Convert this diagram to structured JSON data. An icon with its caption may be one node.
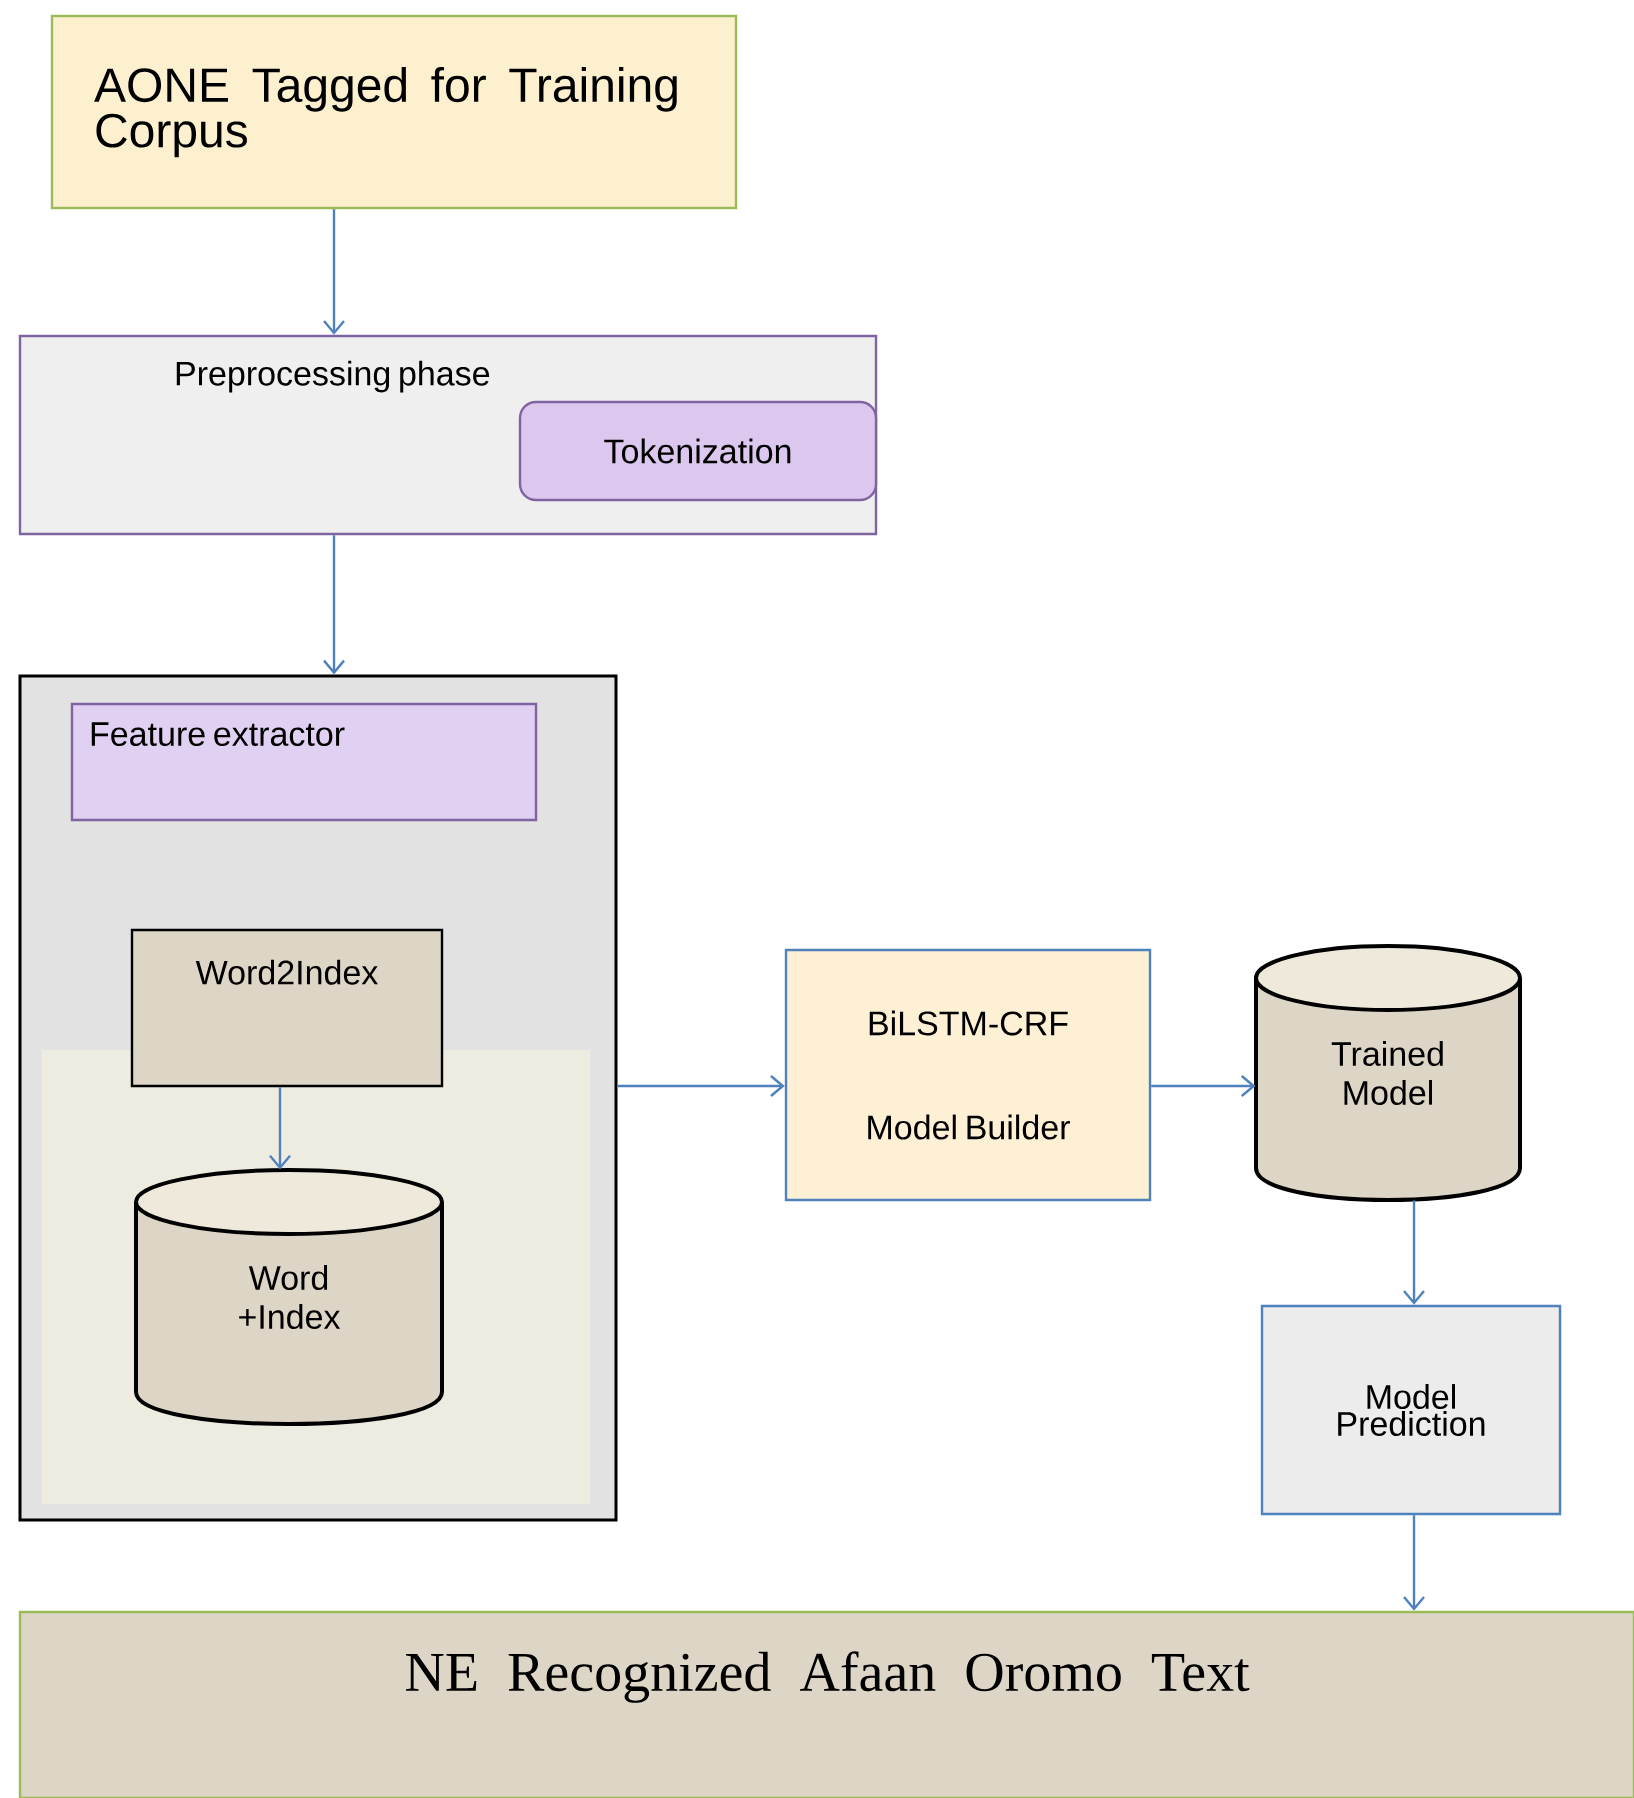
{
  "diagram": {
    "nodes": [
      {
        "text": [
          "AONE Tagged for Training Corpus"
        ]
      },
      {
        "text": [
          "Preprocessing phase"
        ]
      },
      {
        "text": [
          "Tokenization"
        ],
        "in": 1
      },
      {
        "text": [],
        "shape": "box"
      },
      {
        "text": [
          "Feature extractor"
        ],
        "in": 3
      },
      {
        "text": [
          "Word2Index"
        ],
        "in": 3
      },
      {
        "text": [
          "Word +Index"
        ],
        "in": 3
      },
      {
        "text": [
          "BiLSTM-CRF Model Builder"
        ]
      },
      {
        "text": [
          "Trained Model"
        ]
      },
      {
        "text": [
          "Model Prediction"
        ]
      },
      {
        "text": [
          "NE Recognized Afaan Oromo Text"
        ]
      }
    ],
    "edges": [
      {
        "from": 0,
        "to": 1,
        "arrow": "to"
      },
      {
        "from": 1,
        "to": 3,
        "arrow": "to"
      },
      {
        "from": 5,
        "to": 6,
        "arrow": "to"
      },
      {
        "from": 3,
        "to": 7,
        "arrow": "to"
      },
      {
        "from": 7,
        "to": 8,
        "arrow": "to"
      },
      {
        "from": 8,
        "to": 9,
        "arrow": "to"
      },
      {
        "from": 9,
        "to": 10,
        "arrow": "to"
      }
    ]
  }
}
